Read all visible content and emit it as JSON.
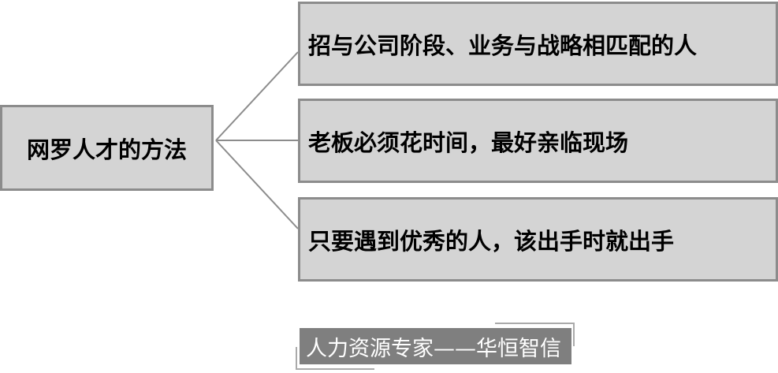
{
  "root": {
    "label": "网罗人才的方法"
  },
  "items": [
    {
      "label": "招与公司阶段、业务与战略相匹配的人"
    },
    {
      "label": "老板必须花时间，最好亲临现场"
    },
    {
      "label": "只要遇到优秀的人，该出手时就出手"
    }
  ],
  "footer": {
    "label": "人力资源专家——华恒智信"
  }
}
